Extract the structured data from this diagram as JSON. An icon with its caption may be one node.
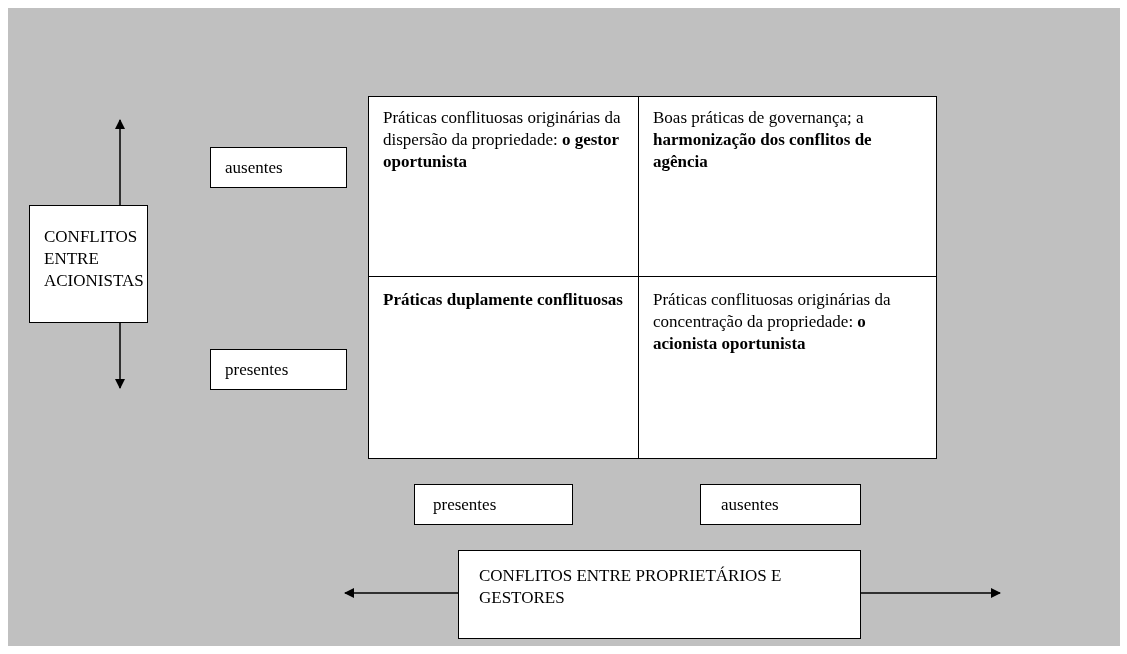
{
  "diagram": {
    "nodes": [
      {
        "text": [
          "CONFLITOS ENTRE ACIONISTAS"
        ]
      },
      {
        "text": [
          "ausentes"
        ]
      },
      {
        "text": [
          "presentes"
        ]
      },
      {
        "text": [
          "Práticas conflituosas originárias da dispersão da propriedade: **o gestor oportunista**"
        ]
      },
      {
        "text": [
          "Boas práticas de governança; a **harmonização dos conflitos de agência**"
        ]
      },
      {
        "text": [
          "Práticas duplamente conflituosas"
        ]
      },
      {
        "text": [
          "Práticas conflituosas originárias da concentração da propriedade: **o acionista oportunista**"
        ]
      },
      {
        "text": [
          "presentes"
        ]
      },
      {
        "text": [
          "ausentes"
        ]
      },
      {
        "text": [
          "CONFLITOS ENTRE PROPRIETÁRIOS E GESTORES"
        ]
      }
    ],
    "edges": [
      {
        "from": 0,
        "to": null,
        "arrow": "to"
      },
      {
        "from": 0,
        "to": null,
        "arrow": "to"
      },
      {
        "from": 9,
        "to": null,
        "arrow": "to"
      },
      {
        "from": 9,
        "to": null,
        "arrow": "to"
      }
    ]
  }
}
